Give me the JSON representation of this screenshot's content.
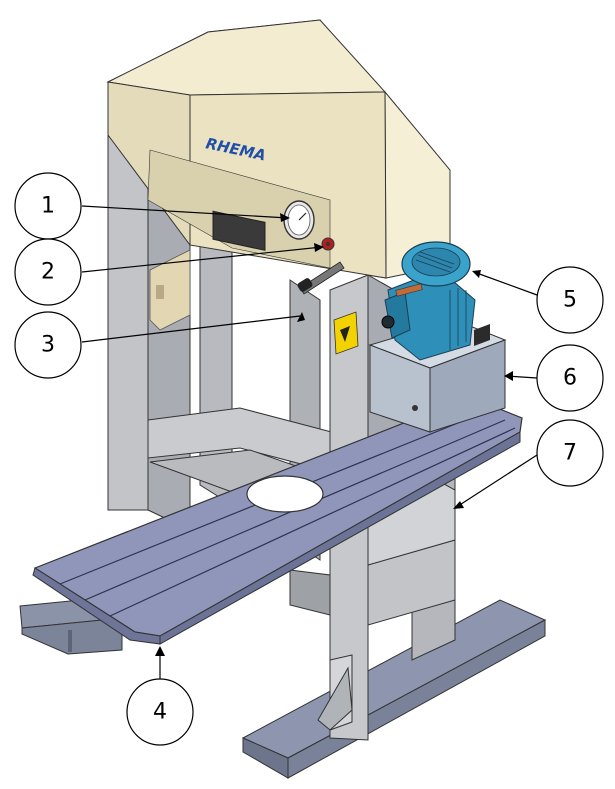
{
  "brand_text": "RHEMA",
  "callouts": [
    {
      "number": "1",
      "part": "pressure-gauge"
    },
    {
      "number": "2",
      "part": "control-knob"
    },
    {
      "number": "3",
      "part": "control-lever"
    },
    {
      "number": "4",
      "part": "work-table"
    },
    {
      "number": "5",
      "part": "electric-motor"
    },
    {
      "number": "6",
      "part": "hydraulic-tank"
    },
    {
      "number": "7",
      "part": "side-frame"
    }
  ],
  "colors": {
    "head_housing": "#eee6c8",
    "frame": "#b6b8bc",
    "table": "#8f96b9",
    "motor": "#2e8fb8",
    "tank": "#b8c2cf",
    "warning_label": "#f2d200"
  }
}
